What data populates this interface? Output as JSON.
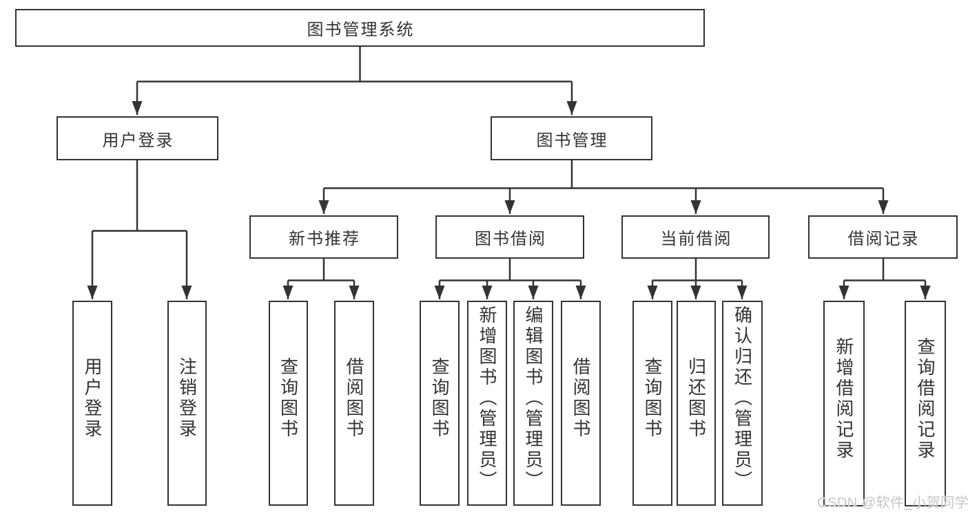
{
  "diagram": {
    "type": "hierarchy-diagram",
    "colors": {
      "background": "#ffffff",
      "box_border": "#333333",
      "box_fill": "#ffffff",
      "connector": "#333333",
      "text": "#333333",
      "watermark_text": "#c6c6c6"
    }
  },
  "tree": {
    "label": "图书管理系统",
    "children": [
      {
        "label": "用户登录",
        "children": [
          {
            "label": "用户登录"
          },
          {
            "label": "注销登录"
          }
        ]
      },
      {
        "label": "图书管理",
        "children": [
          {
            "label": "新书推荐",
            "children": [
              {
                "label": "查询图书"
              },
              {
                "label": "借阅图书"
              }
            ]
          },
          {
            "label": "图书借阅",
            "children": [
              {
                "label": "查询图书"
              },
              {
                "label": "新增图书（管理员）"
              },
              {
                "label": "编辑图书（管理员）"
              },
              {
                "label": "借阅图书"
              }
            ]
          },
          {
            "label": "当前借阅",
            "children": [
              {
                "label": "查询图书"
              },
              {
                "label": "归还图书"
              },
              {
                "label": "确认归还（管理员）"
              }
            ]
          },
          {
            "label": "借阅记录",
            "children": [
              {
                "label": "新增借阅记录"
              },
              {
                "label": "查询借阅记录"
              }
            ]
          }
        ]
      }
    ]
  },
  "watermark": {
    "text": "CSDN @软件_小贺同学"
  }
}
